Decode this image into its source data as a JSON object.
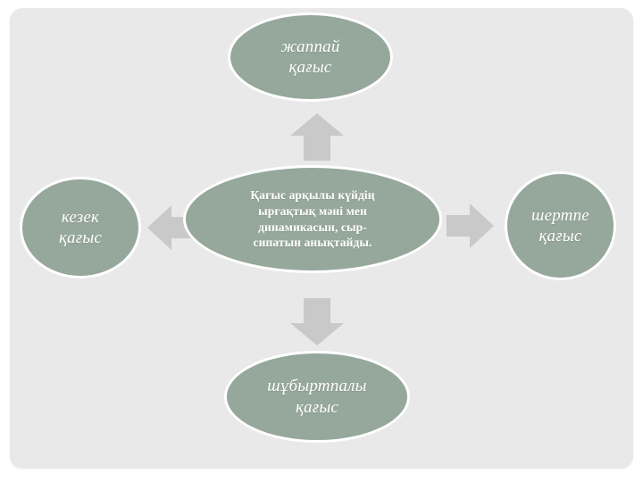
{
  "diagram": {
    "type": "radial-cycle",
    "title": "",
    "background_color": "#e9e9e9",
    "page_color": "#ffffff",
    "node_fill_color": "#96a79c",
    "node_border_color": "#ffffff",
    "node_text_color": "#ffffff",
    "arrow_color": "#c9c9c9",
    "center": {
      "id": "center",
      "text": "Қағыс арқылы күйдің ырғақтық мәні мен динамикасын, сыр-сипатын анықтайды.",
      "lines": [
        "Қағыс арқылы күйдің",
        "ырғақтық мәні мен",
        "динамикасын, сыр-",
        "сипатын анықтайды."
      ]
    },
    "satellites": [
      {
        "id": "top",
        "position": "top",
        "text": "жаппай қағыс",
        "lines": [
          "жаппай",
          "қағыс"
        ],
        "arrow": {
          "name": "arrow-up-icon",
          "direction": "up"
        }
      },
      {
        "id": "right",
        "position": "right",
        "text": "шертпе қағыс",
        "lines": [
          "шертпе",
          "қағыс"
        ],
        "arrow": {
          "name": "arrow-right-icon",
          "direction": "right"
        }
      },
      {
        "id": "bottom",
        "position": "bottom",
        "text": "шұбыртпалы қағыс",
        "lines": [
          "шұбыртпалы",
          "қағыс"
        ],
        "arrow": {
          "name": "arrow-down-icon",
          "direction": "down"
        }
      },
      {
        "id": "left",
        "position": "left",
        "text": "кезек қағыс",
        "lines": [
          "кезек",
          "қағыс"
        ],
        "arrow": {
          "name": "arrow-left-icon",
          "direction": "left"
        }
      }
    ]
  }
}
